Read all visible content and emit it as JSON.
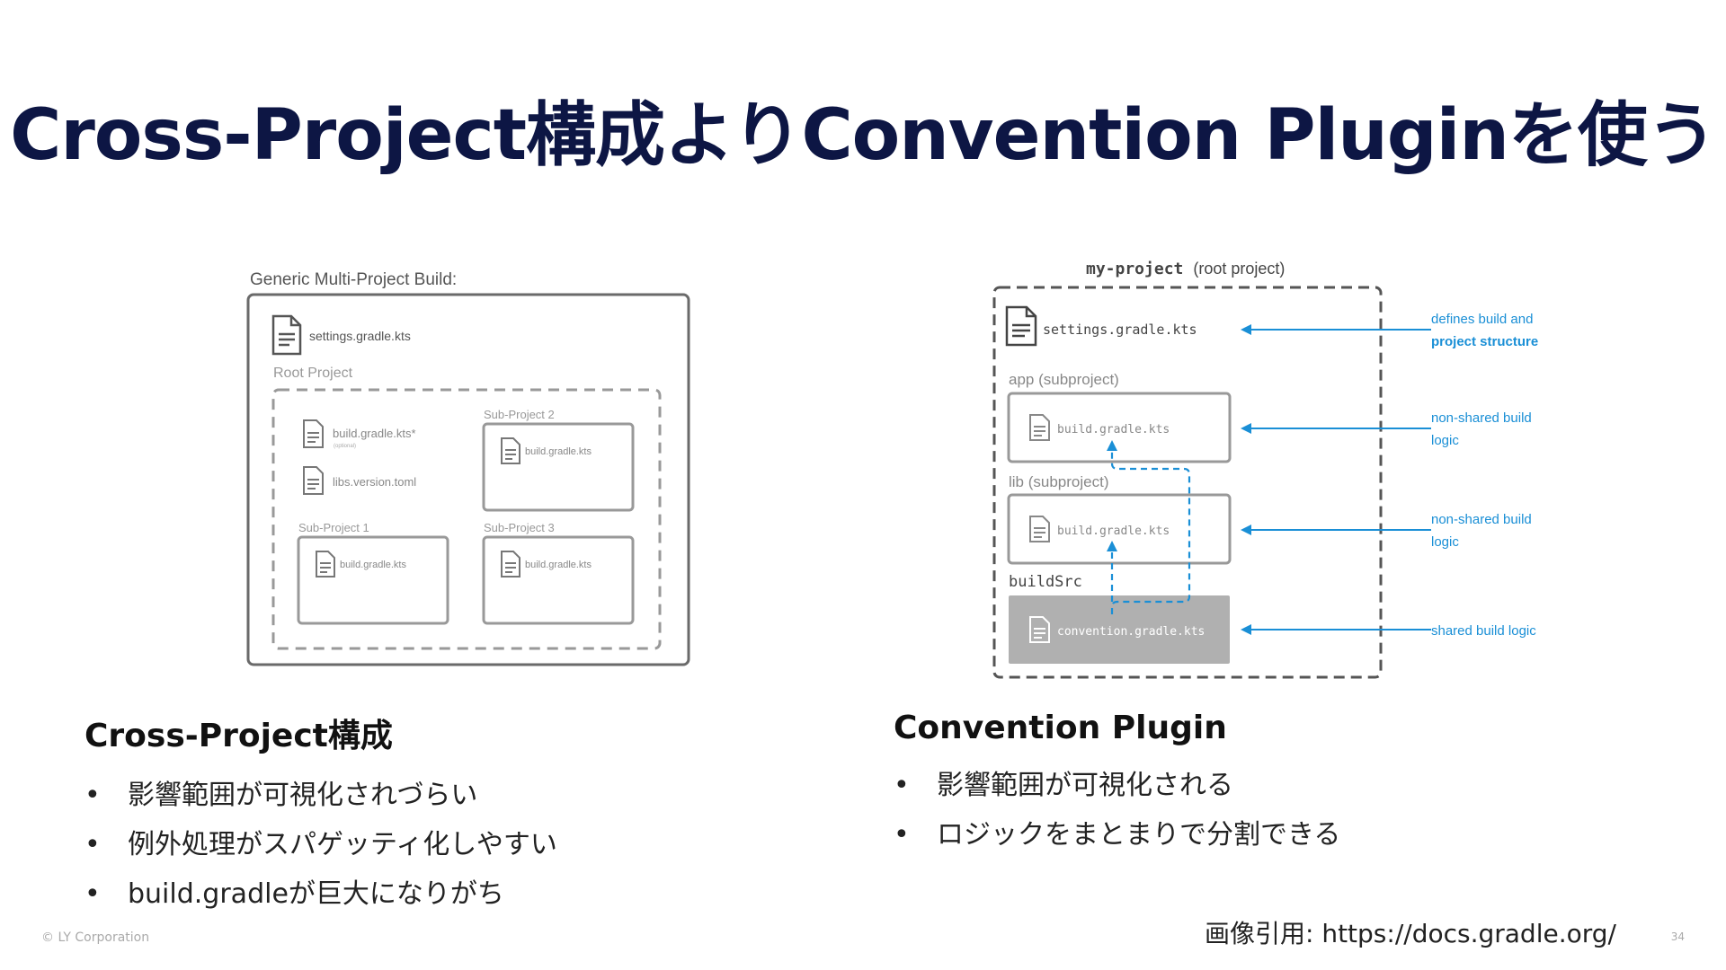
{
  "title": "Cross-Project構成よりConvention Pluginを使う",
  "left_diagram": {
    "heading": "Generic Multi-Project Build:",
    "settings_file": "settings.gradle.kts",
    "root_label": "Root Project",
    "root_build_file": "build.gradle.kts*",
    "optional_note": "(optional)",
    "libs_file": "libs.version.toml",
    "sub1_label": "Sub-Project 1",
    "sub2_label": "Sub-Project 2",
    "sub3_label": "Sub-Project 3",
    "sub_build_file": "build.gradle.kts"
  },
  "right_diagram": {
    "root_name": "my-project",
    "root_suffix": "(root project)",
    "settings_file": "settings.gradle.kts",
    "app_label": "app (subproject)",
    "lib_label": "lib (subproject)",
    "buildsrc_label": "buildSrc",
    "build_file": "build.gradle.kts",
    "convention_file": "convention.gradle.kts",
    "note1_line1": "defines build and",
    "note1_line2": "project structure",
    "note2_line1": "non-shared build",
    "note2_line2": "logic",
    "note3_line1": "non-shared build",
    "note3_line2": "logic",
    "note4": "shared build logic",
    "accent_color": "#1a8fd6"
  },
  "left_column": {
    "heading": "Cross-Project構成",
    "bullets": [
      "影響範囲が可視化されづらい",
      "例外処理がスパゲッティ化しやすい",
      "build.gradleが巨大になりがち"
    ]
  },
  "right_column": {
    "heading": "Convention Plugin",
    "bullets": [
      "影響範囲が可視化される",
      "ロジックをまとまりで分割できる"
    ]
  },
  "bullet_symbol": "•",
  "credit": "画像引用: https://docs.gradle.org/",
  "footer_left": "© LY Corporation",
  "page_number": "34"
}
